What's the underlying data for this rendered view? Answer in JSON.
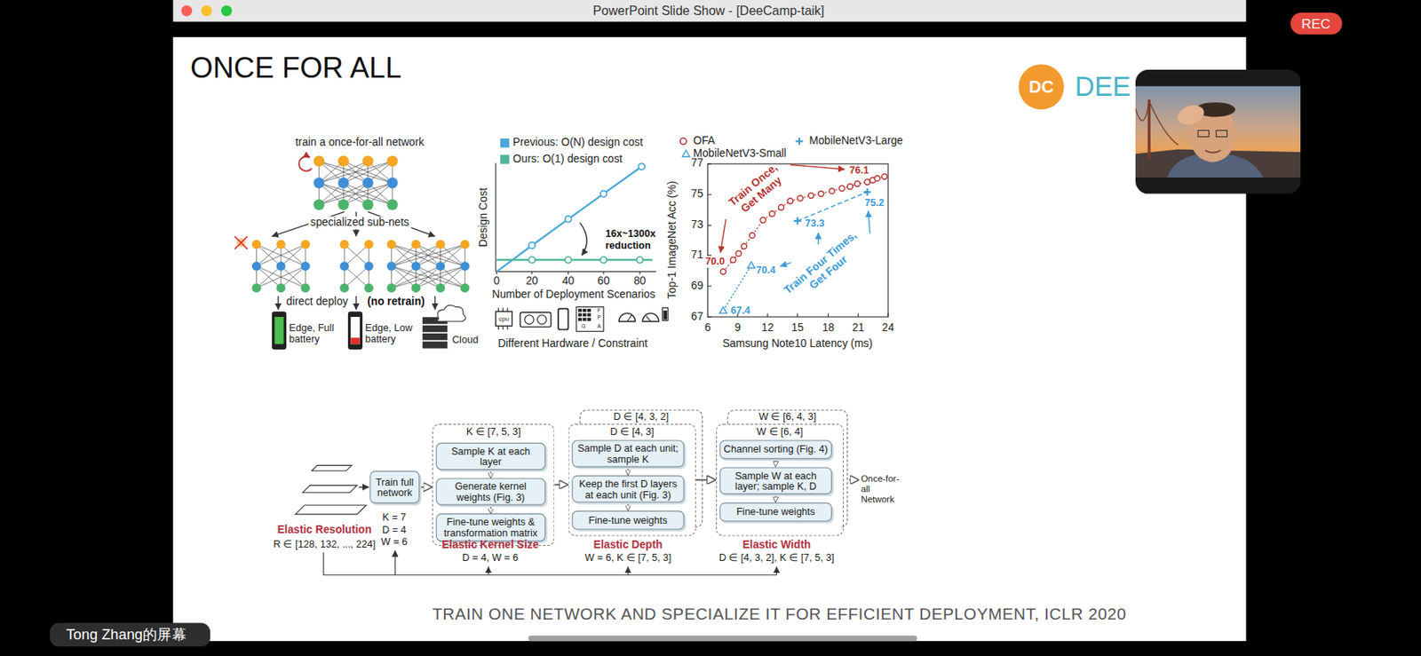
{
  "diagram": {
    "title": "ONCE FOR ALL",
    "caption": "TRAIN ONE NETWORK AND SPECIALIZE IT FOR EFFICIENT DEPLOYMENT, ICLR 2020",
    "nodes": [
      {
        "text": [
          "Train full network"
        ]
      },
      {
        "text": [
          "K ∈ [7, 5, 3]"
        ]
      },
      {
        "text": [
          "Sample K at each layer"
        ],
        "in": 1
      },
      {
        "text": [
          "Generate kernel weights (Fig. 3)"
        ],
        "in": 1
      },
      {
        "text": [
          "Fine-tune weights & transformation matrix"
        ],
        "in": 1
      },
      {
        "text": [
          "D ∈ [4, 3, 2]"
        ]
      },
      {
        "text": [
          "D ∈ [4, 3]"
        ]
      },
      {
        "text": [
          "Sample D at each unit; sample K"
        ],
        "in": 6
      },
      {
        "text": [
          "Keep the first D layers at each unit (Fig. 3)"
        ],
        "in": 6
      },
      {
        "text": [
          "Fine-tune weights"
        ],
        "in": 6
      },
      {
        "text": [
          "W ∈ [6, 4, 3]"
        ]
      },
      {
        "text": [
          "W ∈ [6, 4]"
        ]
      },
      {
        "text": [
          "Channel sorting (Fig. 4)"
        ],
        "in": 11
      },
      {
        "text": [
          "Sample W at each layer; sample K, D"
        ],
        "in": 11
      },
      {
        "text": [
          "Fine-tune weights"
        ],
        "in": 11
      }
    ],
    "edges": [
      {
        "from": 0,
        "to": 1,
        "arrow": "to"
      },
      {
        "from": 1,
        "to": 6,
        "arrow": "to"
      },
      {
        "from": 6,
        "to": 11,
        "arrow": "to"
      },
      {
        "from": 2,
        "to": 3,
        "arrow": "to"
      },
      {
        "from": 3,
        "to": 4,
        "arrow": "to"
      },
      {
        "from": 7,
        "to": 8,
        "arrow": "to"
      },
      {
        "from": 8,
        "to": 9,
        "arrow": "to"
      },
      {
        "from": 12,
        "to": 13,
        "arrow": "to"
      },
      {
        "from": 13,
        "to": 14,
        "arrow": "to"
      }
    ],
    "labels": [
      "PowerPoint Slide Show - [DeeCamp-taik]",
      "REC",
      "DC",
      "DEE",
      "train a once-for-all network",
      "specialized sub-nets",
      "direct deploy",
      "(no retrain)",
      "Edge, Full battery",
      "Edge, Low battery",
      "Cloud",
      "Design Cost",
      "16x~1300x reduction",
      "0",
      "20",
      "40",
      "60",
      "80",
      "Number of Deployment Scenarios",
      "cpu",
      "F",
      "P",
      "G",
      "A",
      "Different Hardware / Constraint",
      "77",
      "75",
      "73",
      "71",
      "69",
      "67",
      "6",
      "9",
      "12",
      "15",
      "18",
      "21",
      "24",
      "Top-1 ImageNet Acc (%)",
      "Samsung Note10 Latency (ms)",
      "70.0",
      "76.1",
      "73.3",
      "75.2",
      "70.4",
      "67.4",
      "Train Once, Get Many",
      "Train Four Times, Get Four",
      "Elastic Resolution",
      "R ∈ [128, 132, ..., 224]",
      "K = 7",
      "D = 4",
      "W = 6",
      "Elastic Kernel Size",
      "D = 4, W = 6",
      "Elastic Depth",
      "W = 6, K ∈ [7, 5, 3]",
      "Elastic Width",
      "D ∈ [4, 3, 2], K ∈ [7, 5, 3]",
      "Once-for-all Network",
      "Tong Zhang的屏幕"
    ],
    "legend": [
      {
        "text": "Previous: O(N) design cost",
        "color": "#4aa7d9"
      },
      {
        "text": "Ours: O(1) design cost",
        "color": "#4fb89a"
      },
      {
        "text": "OFA"
      },
      {
        "text": "MobileNetV3-Large"
      },
      {
        "text": "MobileNetV3-Small"
      }
    ]
  }
}
